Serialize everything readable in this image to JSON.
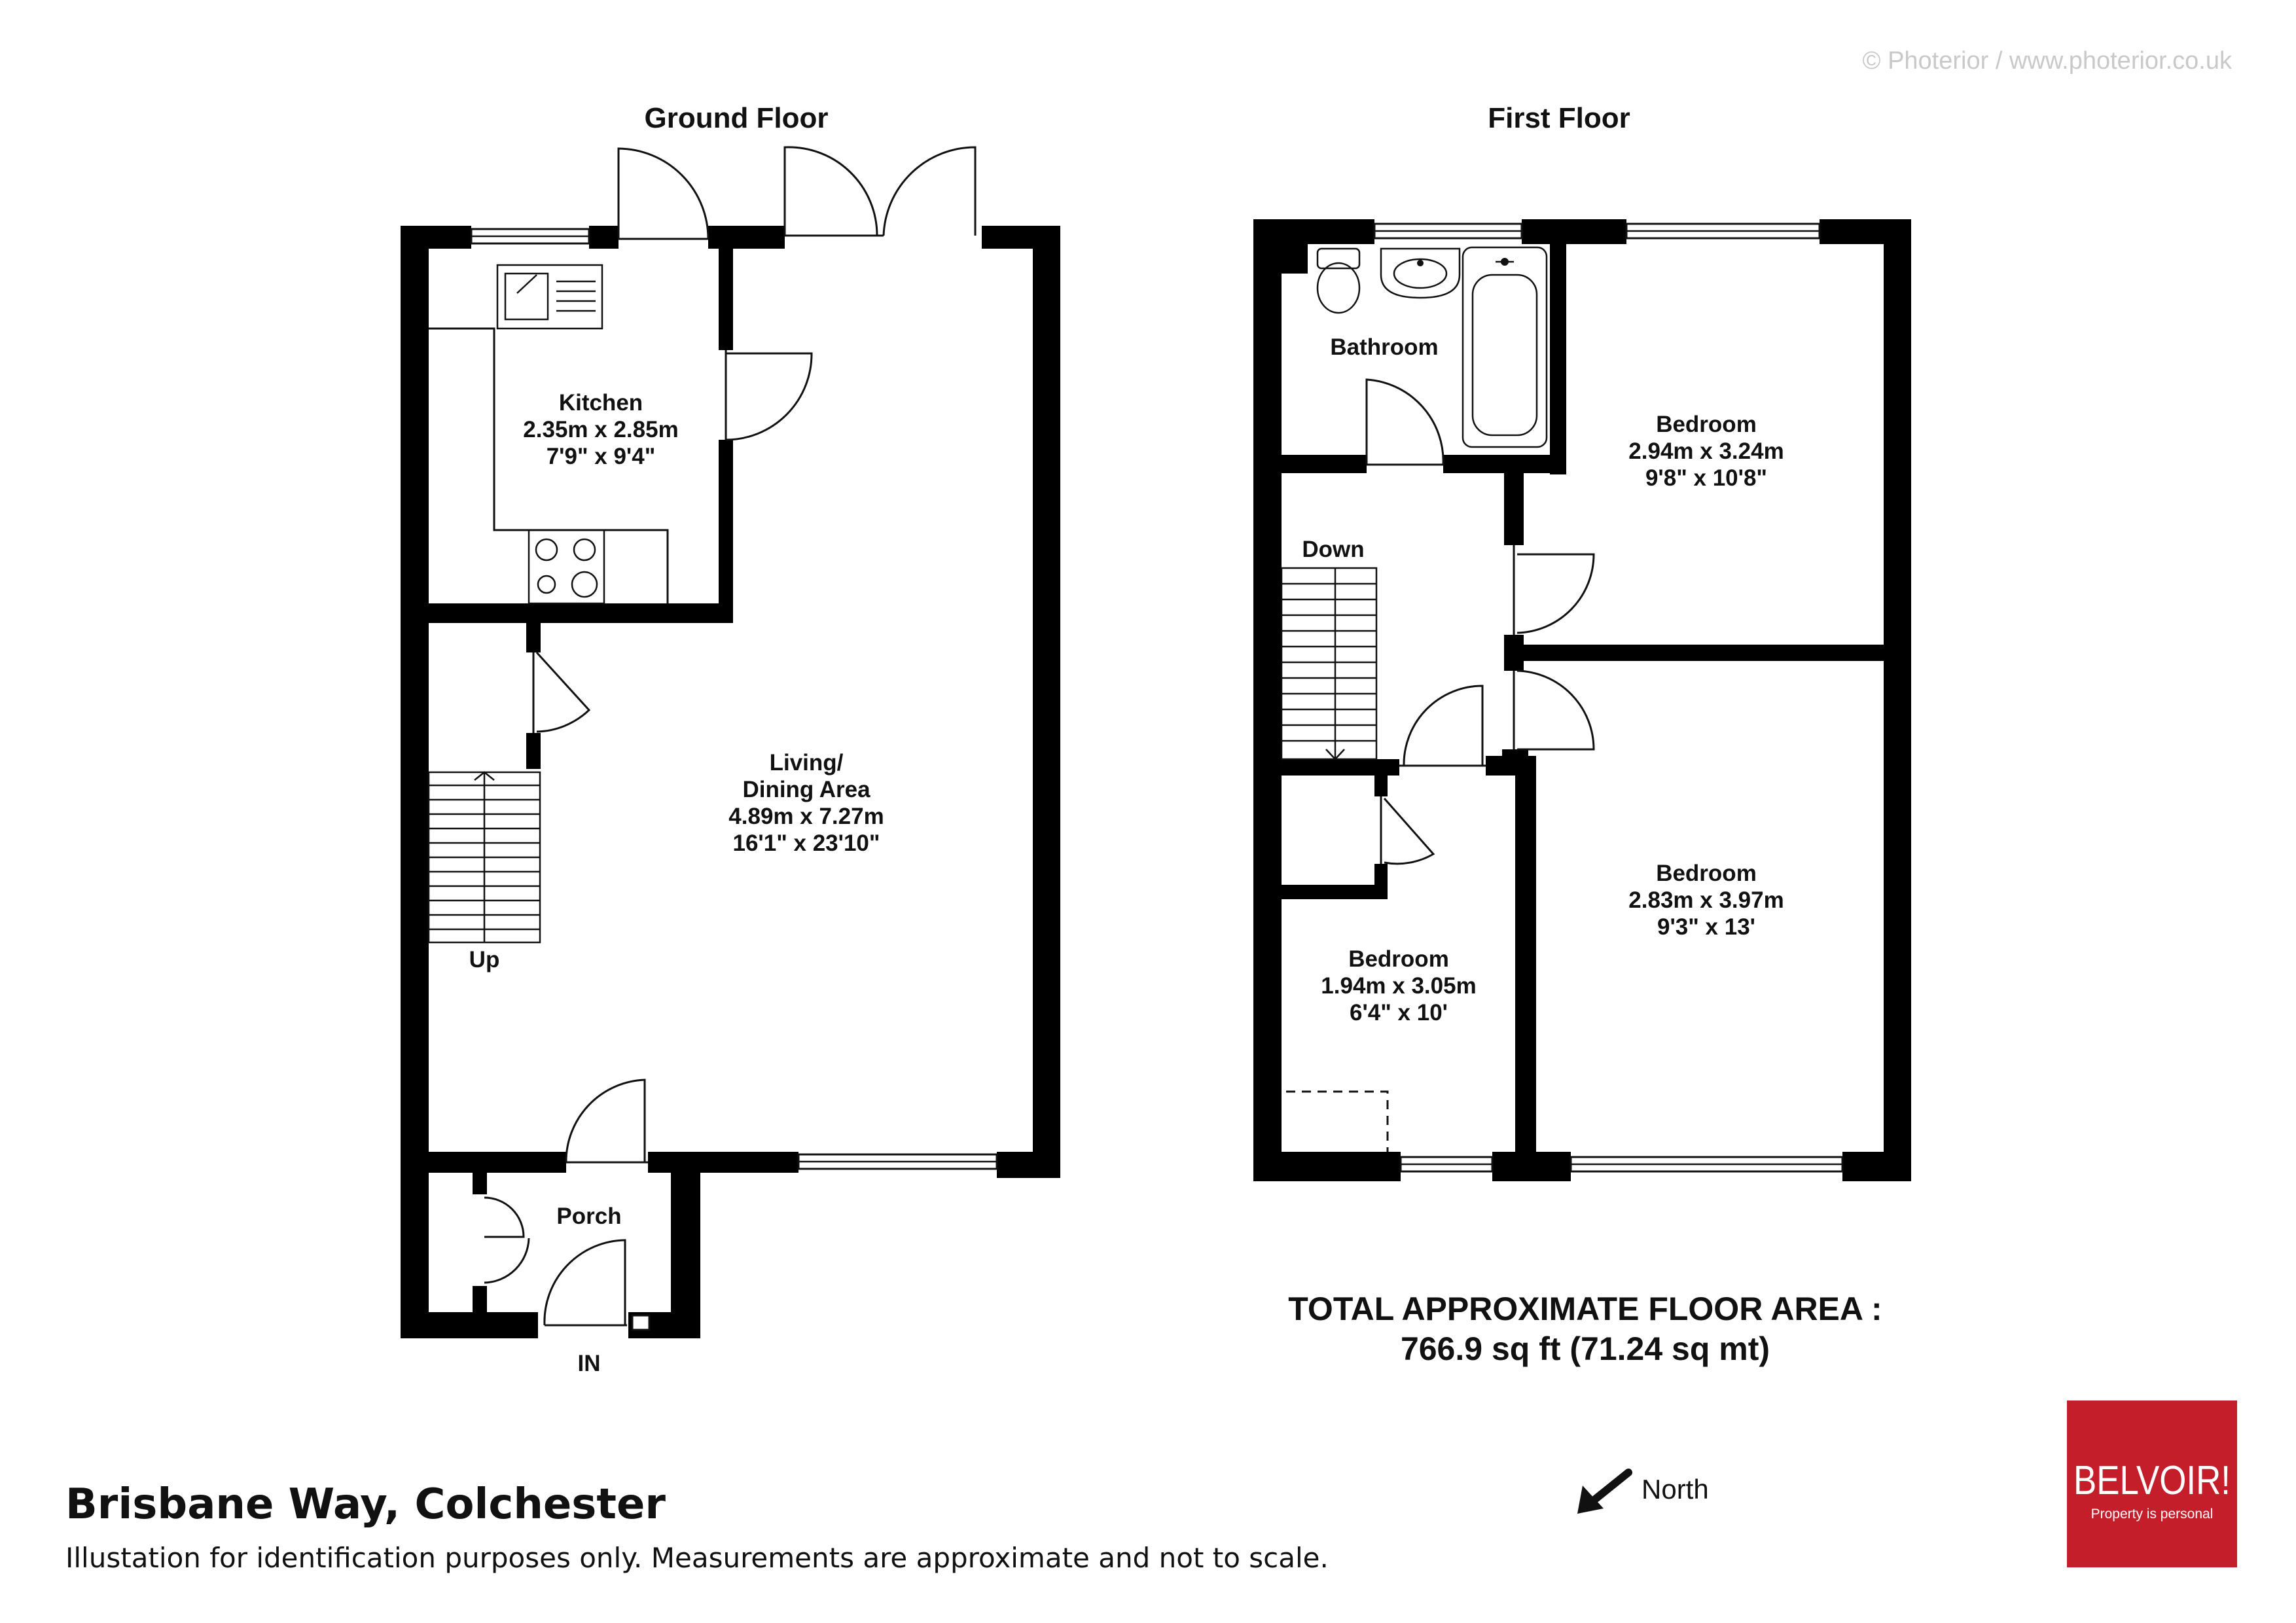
{
  "copyright": "© Photerior / www.photerior.co.uk",
  "floors": {
    "ground": {
      "title": "Ground Floor",
      "rooms": {
        "kitchen": {
          "name": "Kitchen",
          "metric": "2.35m x 2.85m",
          "imperial": "7'9\"  x 9'4\""
        },
        "living": {
          "name1": "Living/",
          "name2": "Dining Area",
          "metric": "4.89m x 7.27m",
          "imperial": "16'1\"  x 23'10\""
        },
        "porch": {
          "name": "Porch"
        }
      },
      "stairs_label": "Up",
      "entrance_label": "IN"
    },
    "first": {
      "title": "First Floor",
      "rooms": {
        "bathroom": {
          "name": "Bathroom"
        },
        "bedroom_rear": {
          "name": "Bedroom",
          "metric": "2.94m x 3.24m",
          "imperial": "9'8\"  x 10'8\""
        },
        "bedroom_front": {
          "name": "Bedroom",
          "metric": "2.83m x 3.97m",
          "imperial": "9'3\"  x 13'"
        },
        "bedroom_small": {
          "name": "Bedroom",
          "metric": "1.94m x 3.05m",
          "imperial": "6'4\"  x 10'"
        }
      },
      "stairs_label": "Down"
    }
  },
  "total_area": {
    "line1": "TOTAL APPROXIMATE FLOOR AREA  :",
    "line2": "766.9 sq ft (71.24 sq mt)"
  },
  "address": "Brisbane Way, Colchester",
  "disclaimer": "Illustation for identification purposes only. Measurements are approximate and not to scale.",
  "north_label": "North",
  "logo": {
    "name": "BELVOIR!",
    "tagline": "Property is personal",
    "color": "#c41e2b"
  },
  "icons": {
    "north": "north-arrow-icon",
    "sink": "sink-icon",
    "hob": "hob-icon",
    "toilet": "toilet-icon",
    "basin": "basin-icon",
    "bath": "bath-icon"
  }
}
